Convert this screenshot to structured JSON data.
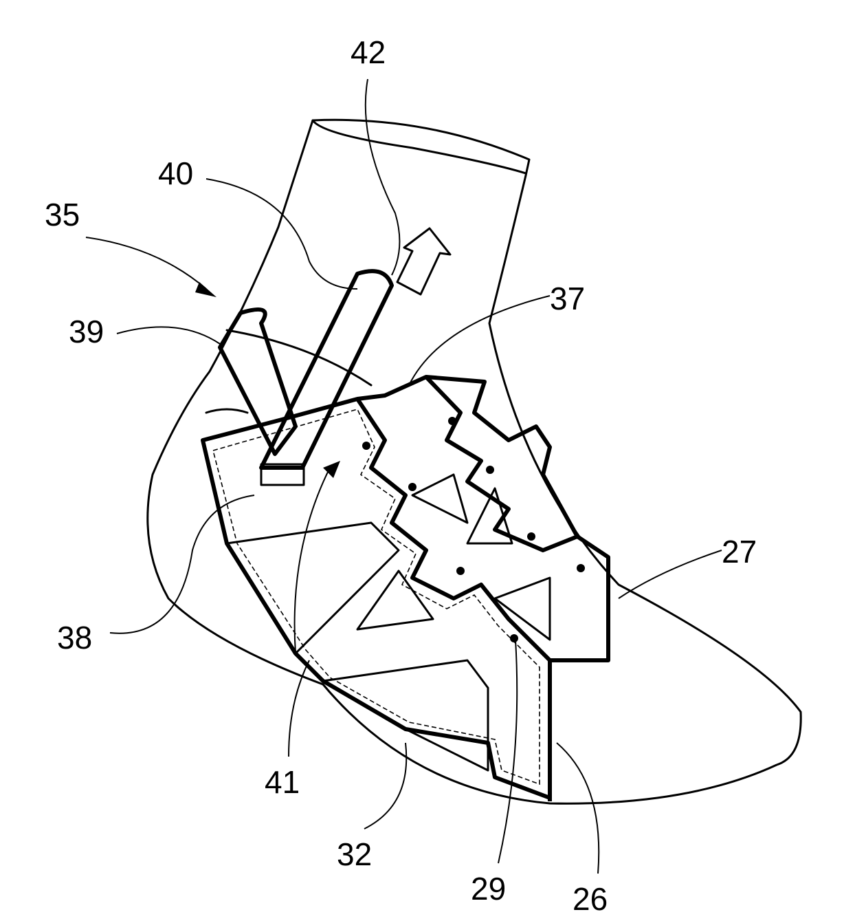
{
  "figure": {
    "ink_color": "#000000",
    "background": "#ffffff",
    "labels": {
      "l42": "42",
      "l40": "40",
      "l35": "35",
      "l37": "37",
      "l39": "39",
      "l27": "27",
      "l38": "38",
      "l41": "41",
      "l32": "32",
      "l29": "29",
      "l26": "26"
    }
  }
}
